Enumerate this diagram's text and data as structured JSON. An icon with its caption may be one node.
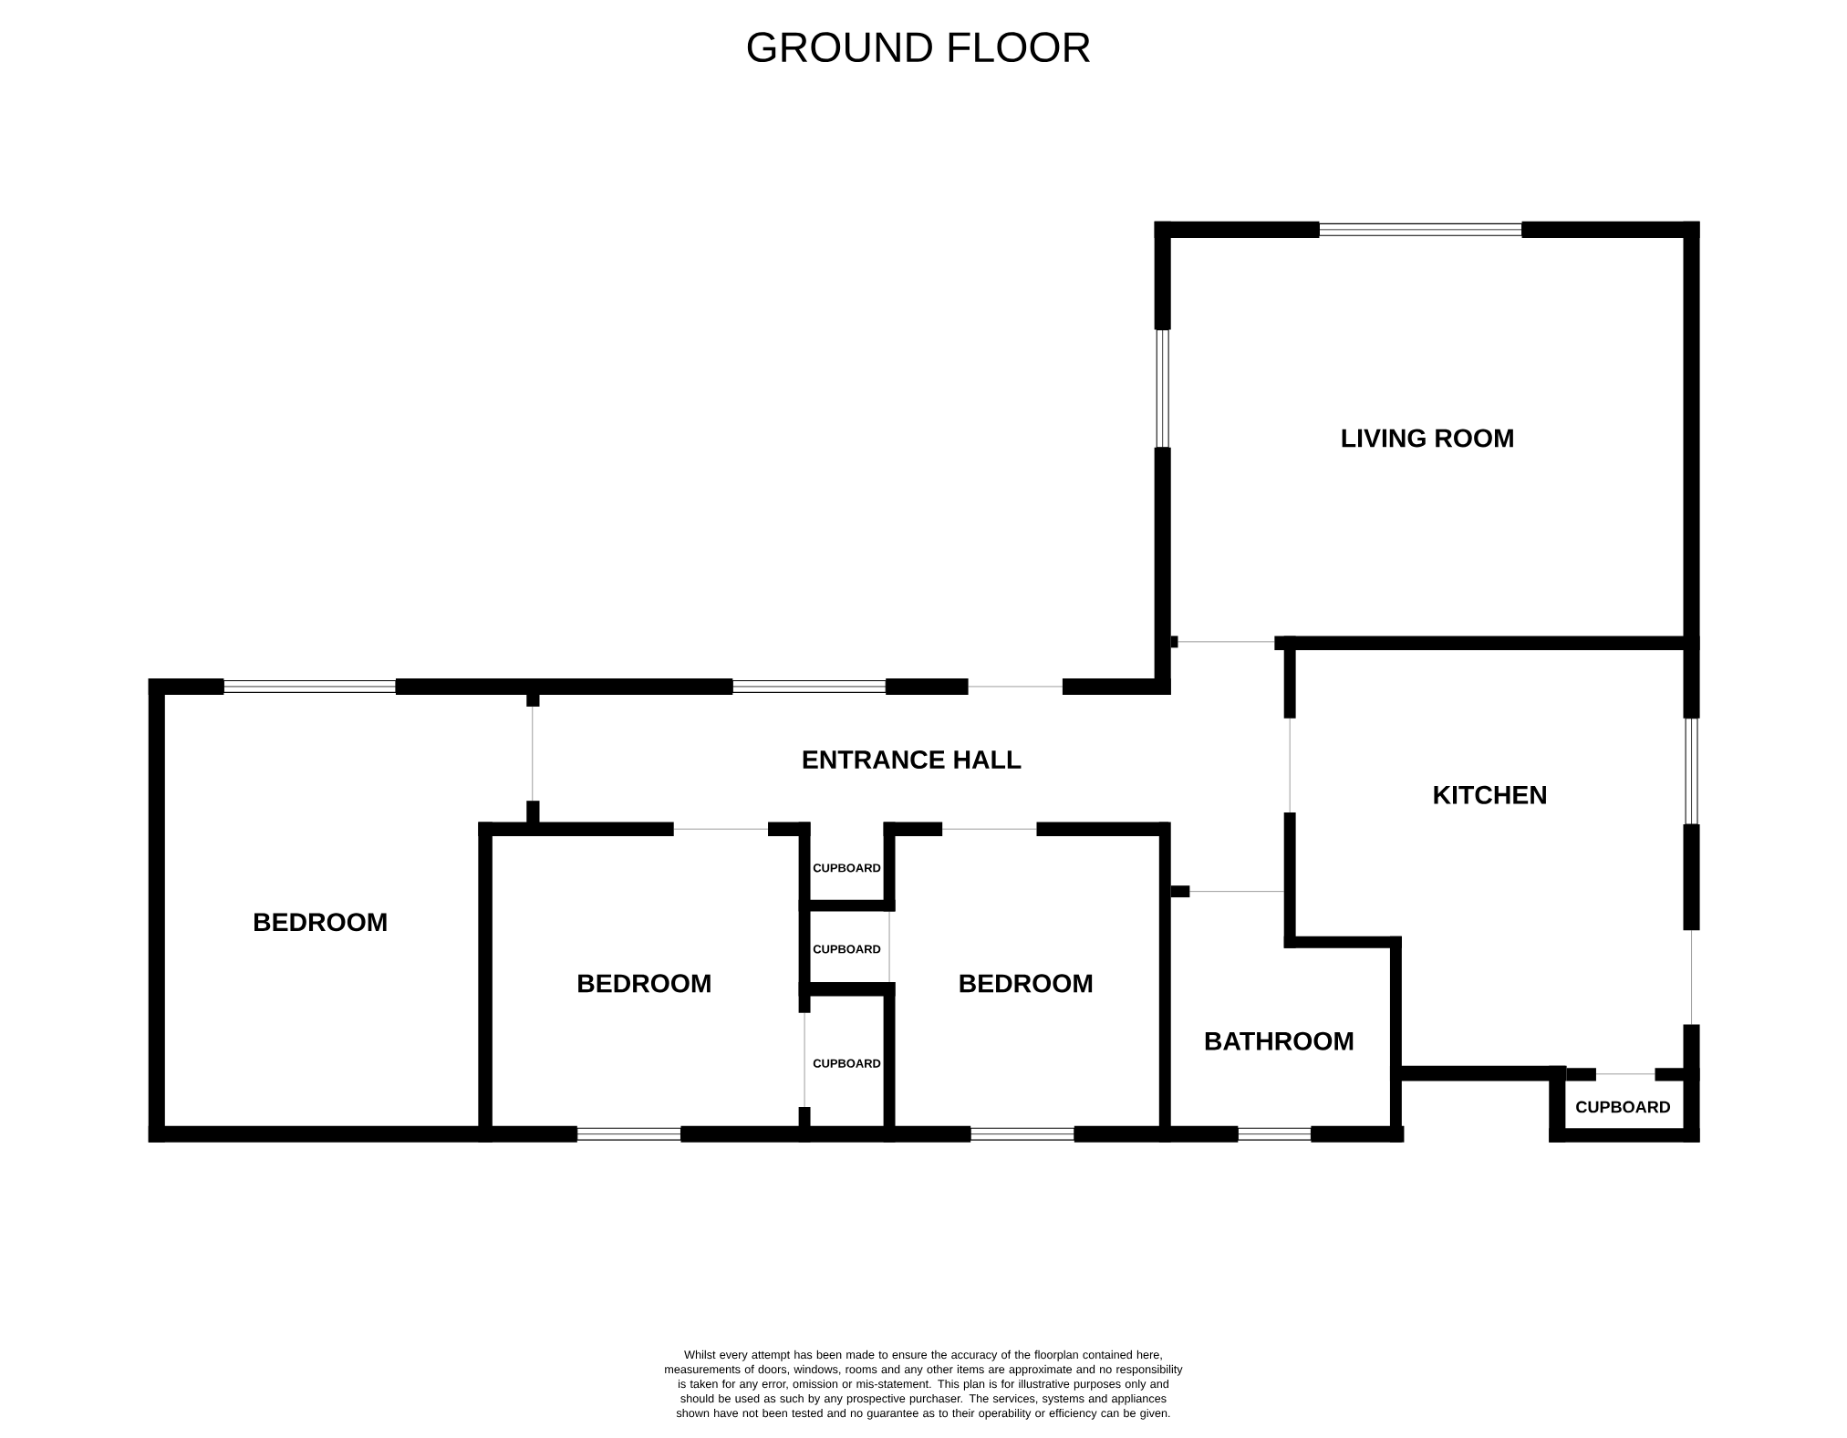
{
  "diagram": {
    "title": "GROUND FLOOR",
    "nodes": [
      {
        "text": [
          "LIVING ROOM"
        ]
      },
      {
        "text": [
          "ENTRANCE HALL"
        ]
      },
      {
        "text": [
          "KITCHEN"
        ]
      },
      {
        "text": [
          "BEDROOM"
        ]
      },
      {
        "text": [
          "CUPBOARD"
        ]
      },
      {
        "text": [
          "CUPBOARD"
        ]
      },
      {
        "text": [
          "BEDROOM"
        ]
      },
      {
        "text": [
          "BEDROOM"
        ]
      },
      {
        "text": [
          "BATHROOM"
        ]
      },
      {
        "text": [
          "CUPBOARD"
        ]
      },
      {
        "text": [
          "CUPBOARD"
        ]
      }
    ],
    "labels": [
      "Whilst every attempt has been made to ensure the accuracy of the floorplan contained here, measurements of doors, windows, rooms and any other items are approximate and no responsibility is taken for any error, omission or mis-statement. This plan is for illustrative purposes only and should be used as such by any prospective purchaser. The services, systems and appliances shown have not been tested and no guarantee as to their operability or efficiency can be given."
    ]
  }
}
